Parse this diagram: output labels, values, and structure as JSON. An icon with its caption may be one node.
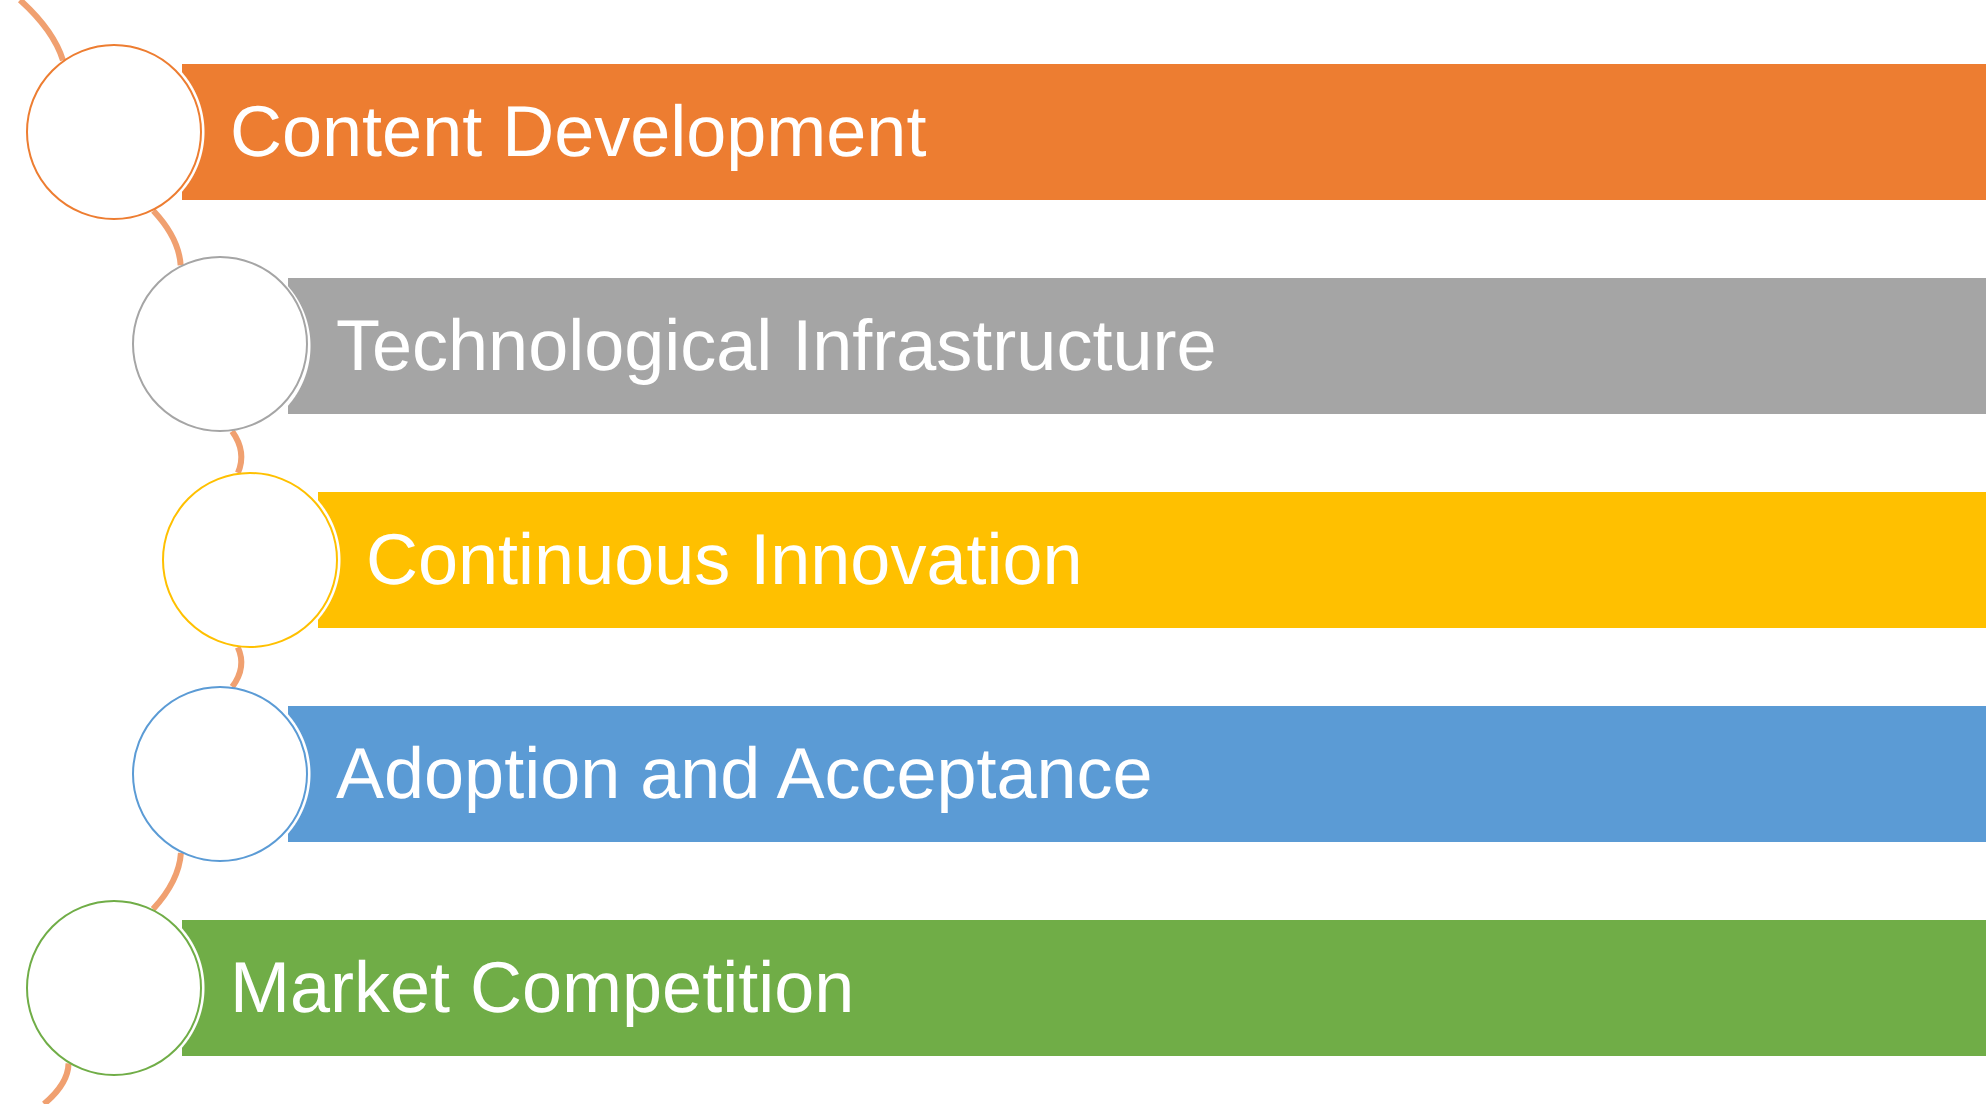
{
  "diagram": {
    "nodes": [
      {
        "text": [],
        "shape": "circle"
      },
      {
        "text": [
          "Content Development"
        ]
      },
      {
        "text": [],
        "shape": "circle"
      },
      {
        "text": [
          "Technological Infrastructure"
        ]
      },
      {
        "text": [],
        "shape": "circle"
      },
      {
        "text": [
          "Continuous Innovation"
        ]
      },
      {
        "text": [],
        "shape": "circle"
      },
      {
        "text": [
          "Adoption and Acceptance"
        ]
      },
      {
        "text": [],
        "shape": "circle"
      },
      {
        "text": [
          "Market Competition"
        ]
      }
    ],
    "edges": [
      {
        "from": null,
        "to": 0,
        "arrow": "none"
      },
      {
        "from": 0,
        "to": 2,
        "arrow": "none"
      },
      {
        "from": 2,
        "to": 4,
        "arrow": "none"
      },
      {
        "from": 4,
        "to": 6,
        "arrow": "none"
      },
      {
        "from": 6,
        "to": 8,
        "arrow": "none"
      },
      {
        "from": 8,
        "to": null,
        "arrow": "none"
      }
    ]
  }
}
